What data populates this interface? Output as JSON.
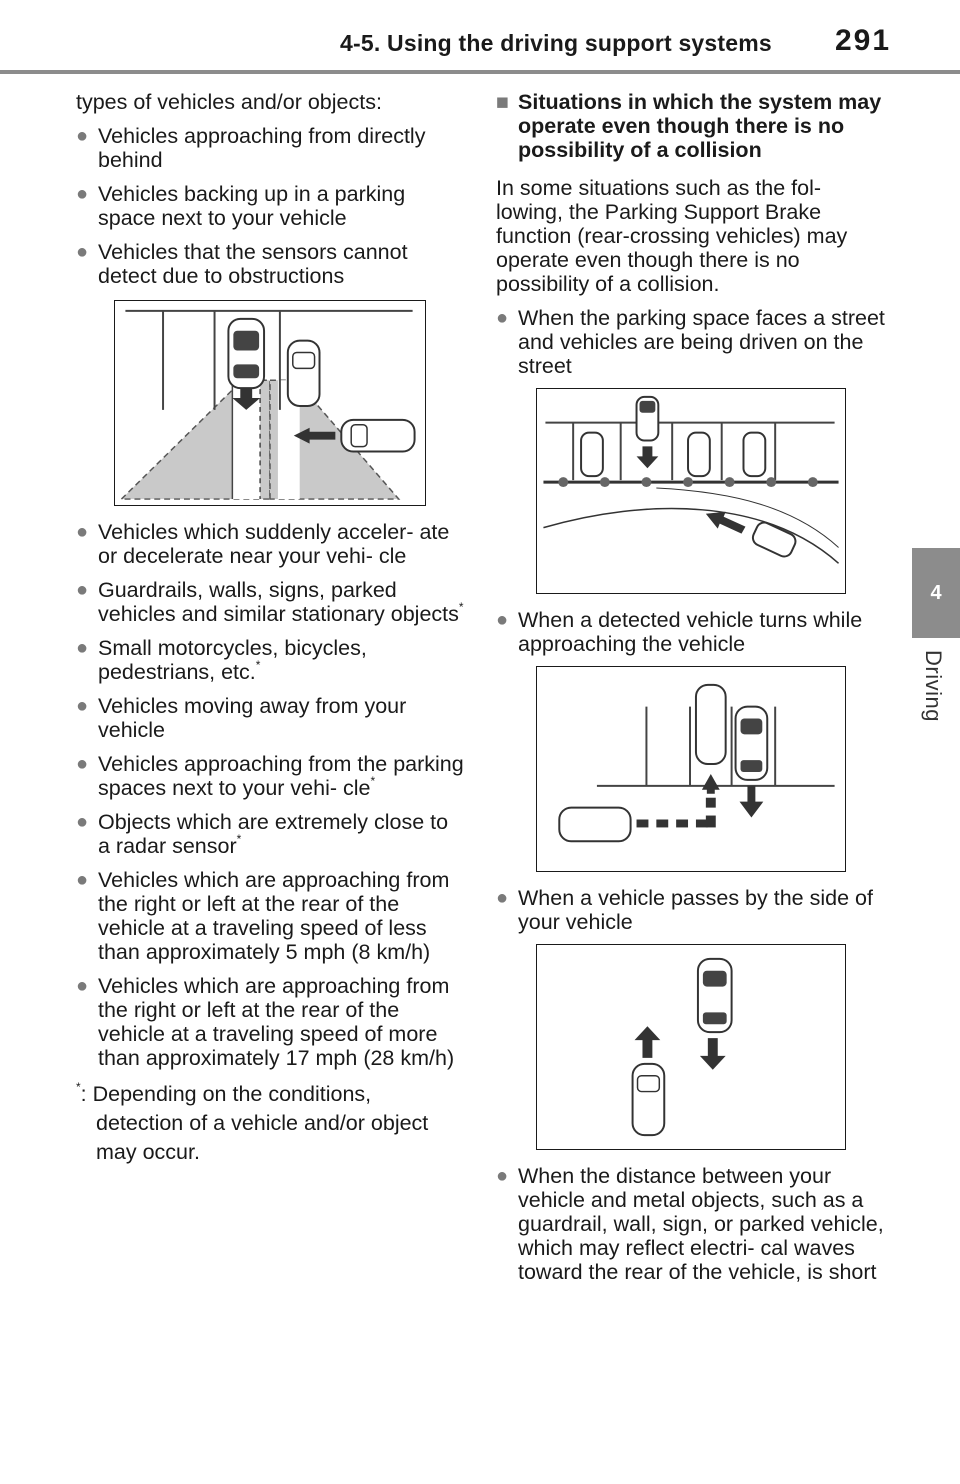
{
  "header": {
    "title": "4-5. Using the driving support systems",
    "page_number": "291"
  },
  "side_tab": {
    "number": "4",
    "label": "Driving"
  },
  "left_column": {
    "intro": "types of vehicles and/or objects:",
    "bullets_before_figure": [
      "Vehicles approaching from directly behind",
      "Vehicles backing up in a parking space next to your vehicle",
      "Vehicles that the sensors cannot detect due to obstructions"
    ],
    "bullets_after_figure": [
      {
        "text": "Vehicles which suddenly acceler- ate or decelerate near your vehi- cle",
        "mark": ""
      },
      {
        "text": "Guardrails, walls, signs, parked vehicles and similar stationary objects",
        "mark": "*"
      },
      {
        "text": "Small motorcycles, bicycles, pedestrians, etc.",
        "mark": "*"
      },
      {
        "text": "Vehicles moving away from your vehicle",
        "mark": ""
      },
      {
        "text": "Vehicles approaching from the parking spaces next to your vehi- cle",
        "mark": "*"
      },
      {
        "text": "Objects which are extremely close to a radar sensor",
        "mark": "*"
      },
      {
        "text": "Vehicles which are approaching from the right or left at the rear of the vehicle at a traveling speed of less than approximately 5 mph (8 km/h)",
        "mark": ""
      },
      {
        "text": "Vehicles which are approaching from the right or left at the rear of the vehicle at a traveling speed of more than approximately 17 mph (28 km/h)",
        "mark": ""
      }
    ],
    "footnote": {
      "mark": "*",
      "lead": ": Depending on the conditions,",
      "rest": "detection of a vehicle and/or object may occur."
    }
  },
  "right_column": {
    "heading": "Situations in which the system may operate even though there is no possibility of a collision",
    "intro": "In some situations such as the fol- lowing, the Parking Support Brake function (rear-crossing vehicles) may operate even though there is no possibility of a collision.",
    "bullets": [
      "When the parking space faces a street and vehicles are being driven on the street",
      "When a detected vehicle turns while approaching the vehicle",
      "When a vehicle passes by the side of your vehicle",
      "When the distance between your vehicle and metal objects, such as a guardrail, wall, sign, or parked vehicle, which may reflect electri- cal waves toward the rear of the vehicle, is short"
    ]
  },
  "glyphs": {
    "bullet": "●",
    "heading_marker": "■"
  },
  "colors": {
    "rule": "#8c8c8c",
    "bullet": "#7a7a7a",
    "sensor_area": "#c9c9c9"
  }
}
